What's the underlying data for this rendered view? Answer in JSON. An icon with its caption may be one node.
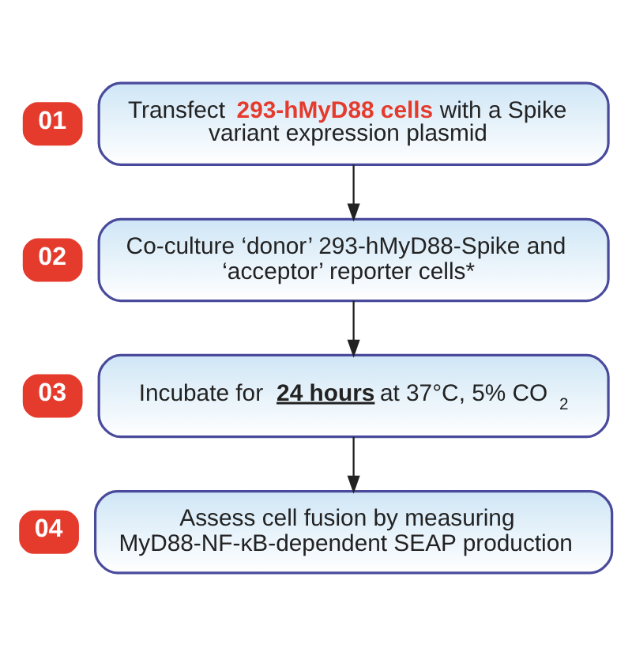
{
  "diagram": {
    "nodes": [
      {
        "text": [
          "01"
        ]
      },
      {
        "text": [
          "Transfect **293-hMyD88 cells** with a Spike variant expression plasmid"
        ]
      },
      {
        "text": [
          "02"
        ]
      },
      {
        "text": [
          "Co-culture ‘donor’ 293-hMyD88-Spike and ‘acceptor’ reporter cells*"
        ]
      },
      {
        "text": [
          "03"
        ]
      },
      {
        "text": [
          "Incubate for **24 hours** at 37°C, 5% CO$_{2}$"
        ]
      },
      {
        "text": [
          "04"
        ]
      },
      {
        "text": [
          "Assess cell fusion by measuring MyD88-NF-κB-dependent SEAP production"
        ]
      }
    ],
    "edges": [
      {
        "from": 1,
        "to": 3,
        "arrow": "to"
      },
      {
        "from": 3,
        "to": 5,
        "arrow": "to"
      },
      {
        "from": 5,
        "to": 7,
        "arrow": "to"
      }
    ]
  }
}
